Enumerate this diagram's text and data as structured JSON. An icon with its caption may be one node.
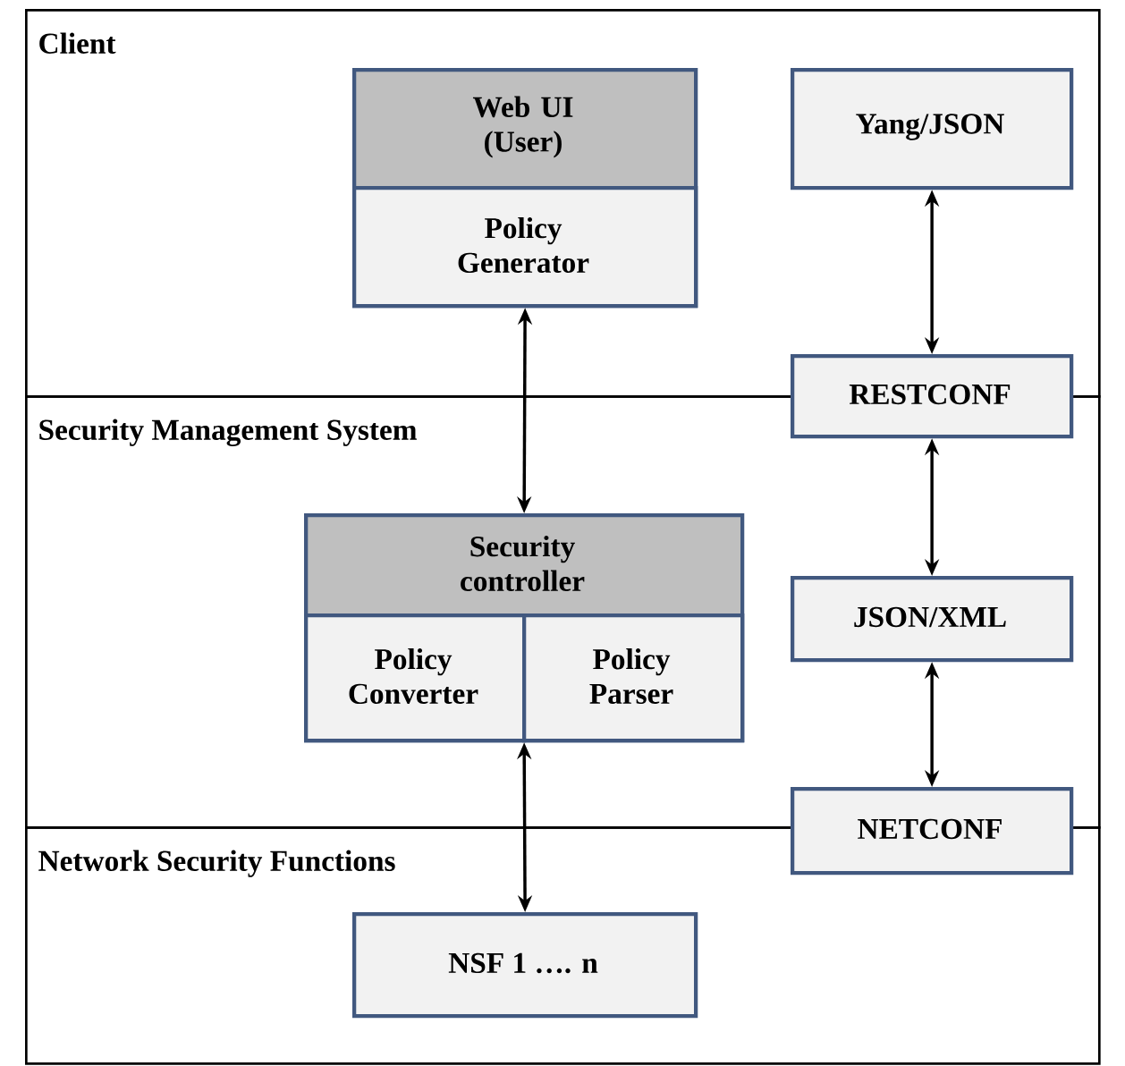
{
  "diagram": {
    "nodes": [
      {
        "text": [
          "Client"
        ]
      },
      {
        "text": [
          "Web UI (User)"
        ],
        "in": 0
      },
      {
        "text": [
          "Policy Generator"
        ],
        "in": 1
      },
      {
        "text": [
          "Yang/JSON"
        ],
        "in": 0
      },
      {
        "text": [
          "RESTCONF"
        ]
      },
      {
        "text": [
          "Security Management System"
        ]
      },
      {
        "text": [
          "Security controller"
        ],
        "in": 5
      },
      {
        "text": [
          "Policy Converter"
        ],
        "in": 6
      },
      {
        "text": [
          "Policy Parser"
        ],
        "in": 6
      },
      {
        "text": [
          "JSON/XML"
        ],
        "in": 5
      },
      {
        "text": [
          "NETCONF"
        ]
      },
      {
        "text": [
          "Network Security Functions"
        ]
      },
      {
        "text": [
          "NSF 1 …. n"
        ],
        "in": 11
      }
    ],
    "edges": [
      {
        "from": 2,
        "to": 6,
        "arrow": "both"
      },
      {
        "from": 6,
        "to": 12,
        "arrow": "both"
      },
      {
        "from": 3,
        "to": 4,
        "arrow": "both"
      },
      {
        "from": 4,
        "to": 9,
        "arrow": "both"
      },
      {
        "from": 9,
        "to": 10,
        "arrow": "both"
      }
    ]
  }
}
